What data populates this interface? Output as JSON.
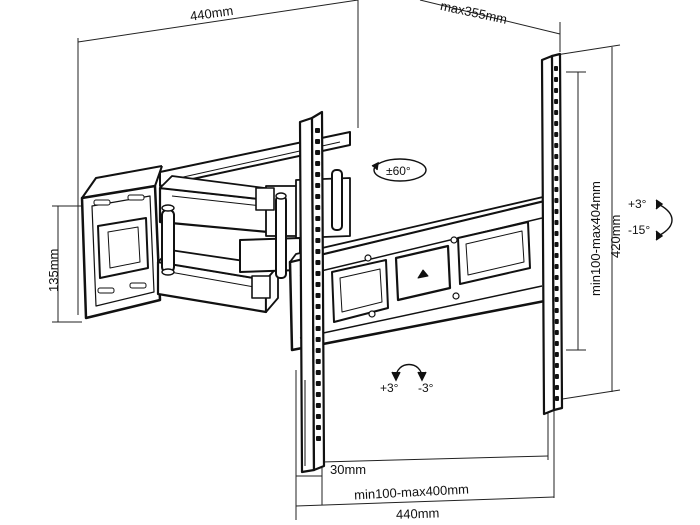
{
  "dimensions": {
    "wall_plate_width": "440mm",
    "arm_extension": "max355mm",
    "wall_plate_height": "135mm",
    "vesa_vertical": "min100-max404mm",
    "bracket_height": "420mm",
    "bracket_depth": "30mm",
    "vesa_horizontal": "min100-max400mm",
    "bracket_width": "440mm"
  },
  "annotations": {
    "swivel": "±60°",
    "tilt_up": "+3°",
    "tilt_down": "-15°",
    "level_plus": "+3°",
    "level_minus": "-3°"
  }
}
